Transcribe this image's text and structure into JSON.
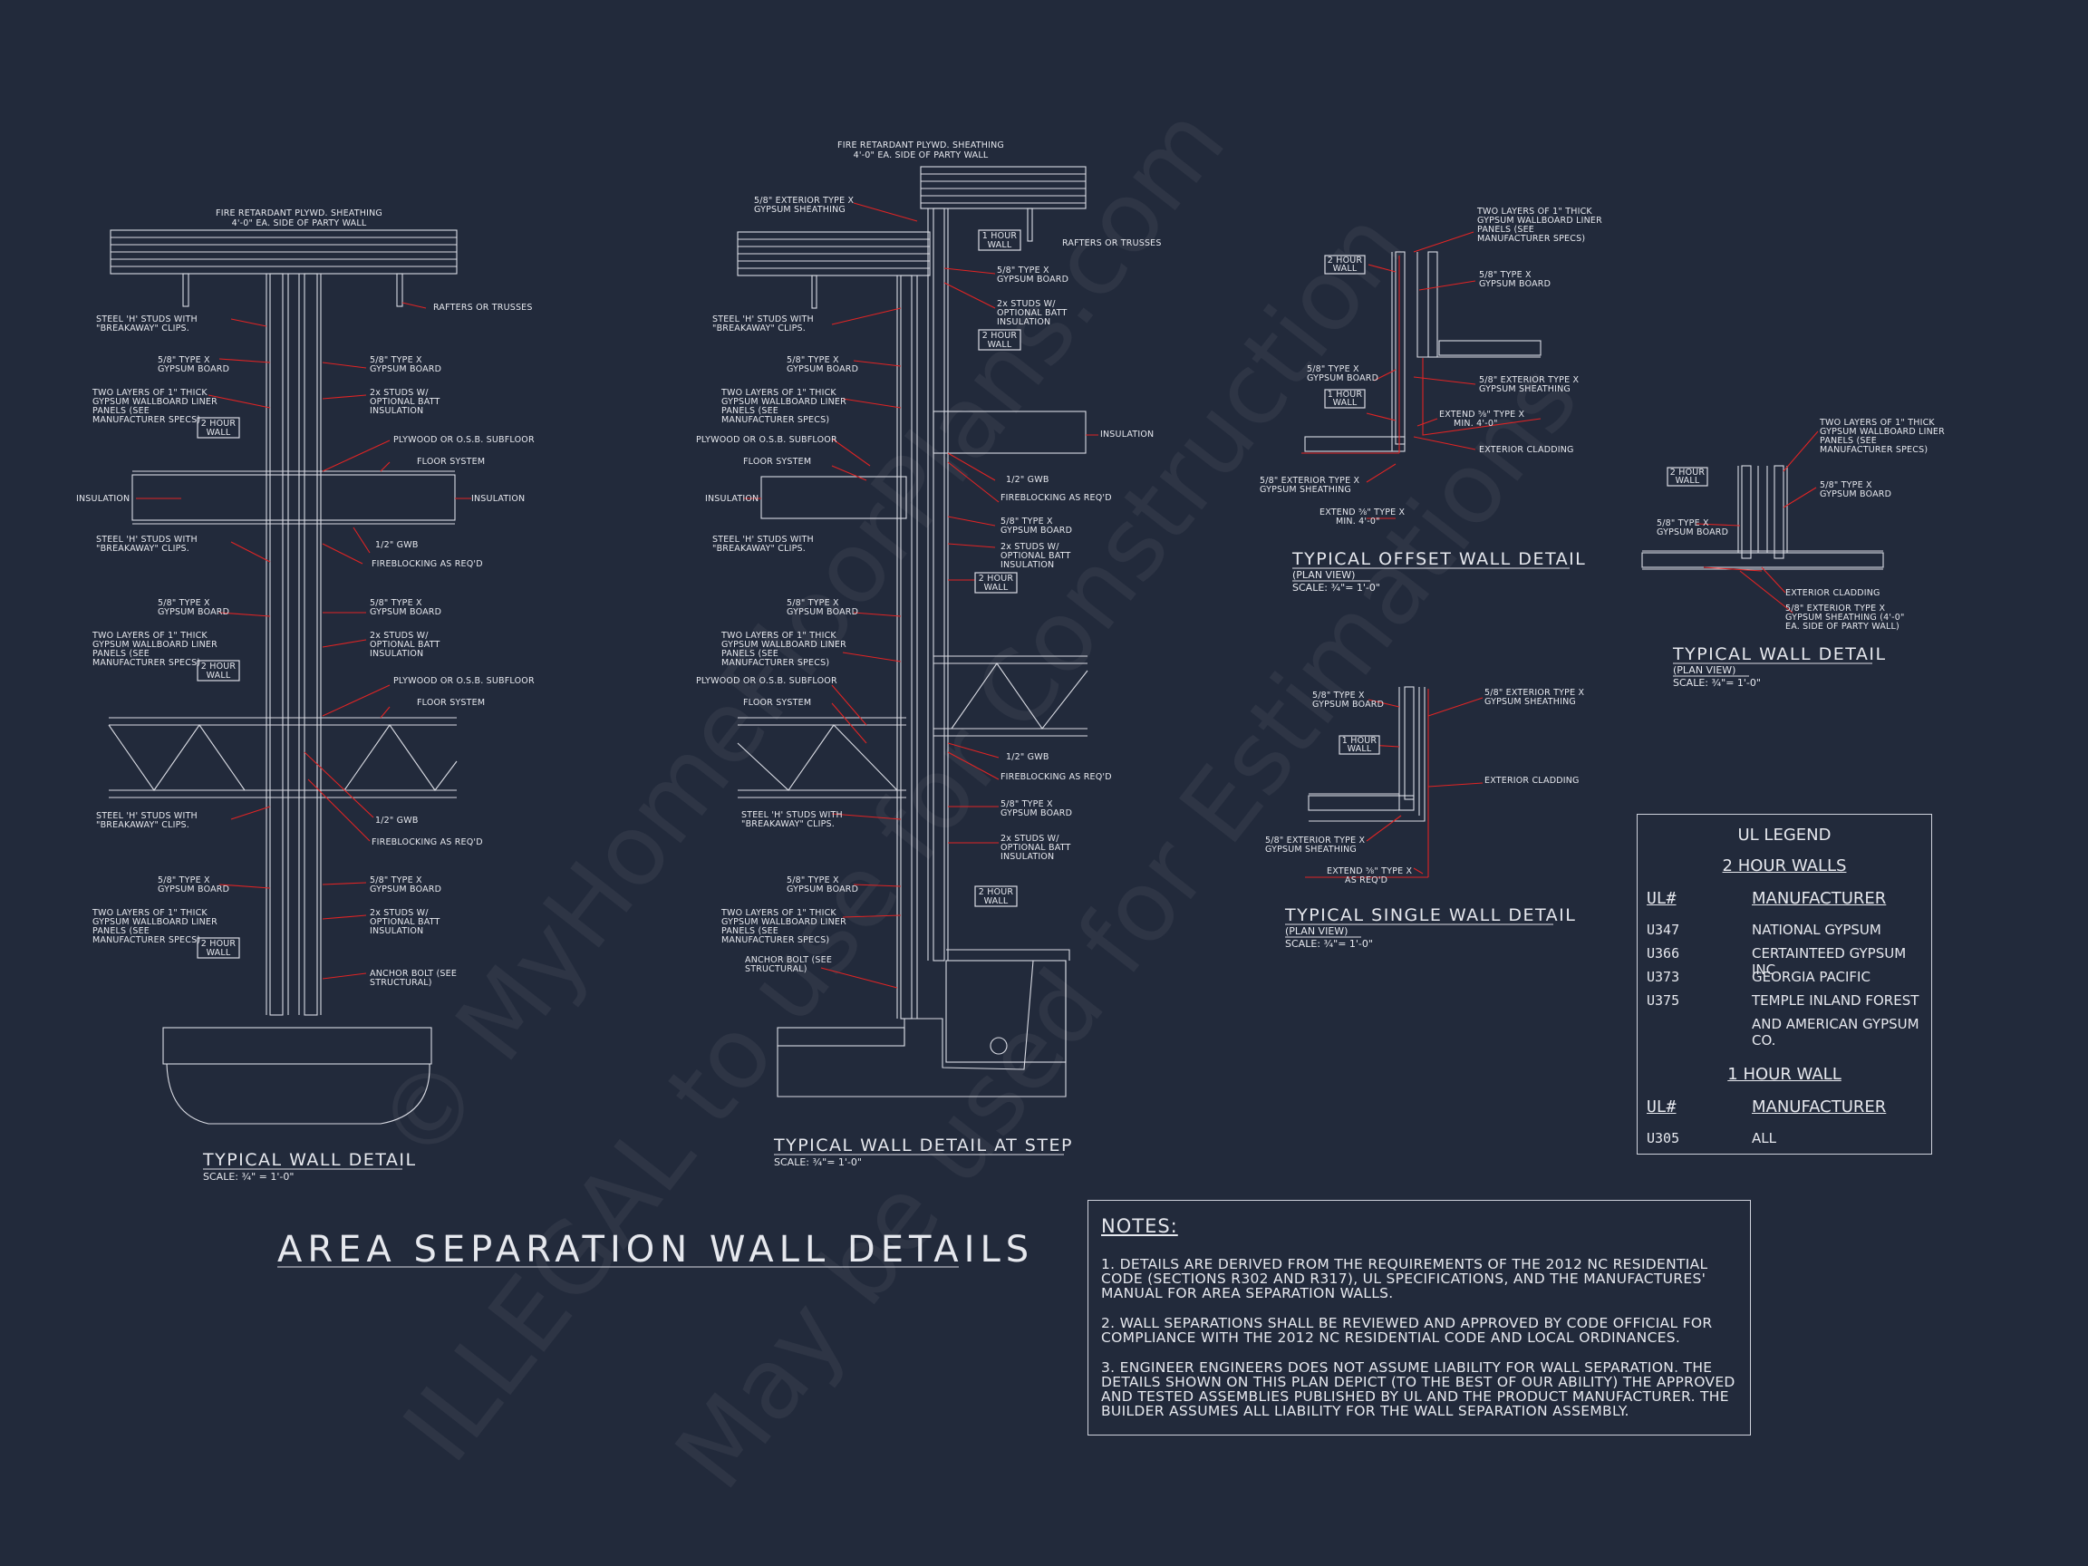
{
  "sheet": {
    "main_title": "AREA SEPARATION WALL DETAILS",
    "watermark": [
      "© MyHomeFloorPlans.com",
      "ILLEGAL to use for Construction",
      "May be used for Estimations"
    ]
  },
  "detail_typical": {
    "title": "TYPICAL WALL DETAIL",
    "scale": "SCALE: ¾\" = 1'-0\"",
    "labels": {
      "sheathing": "FIRE RETARDANT PLYWD. SHEATHING",
      "sheathing2": "4'-0\" EA. SIDE OF PARTY WALL",
      "rafters": "RAFTERS OR TRUSSES",
      "steel_studs_1": "STEEL 'H' STUDS WITH",
      "steel_studs_2": "\"BREAKAWAY\" CLIPS.",
      "gyp_1": "5/8\" TYPE X",
      "gyp_2": "GYPSUM BOARD",
      "liner_1": "TWO LAYERS OF 1\" THICK",
      "liner_2": "GYPSUM WALLBOARD LINER",
      "liner_3": "PANELS (SEE",
      "liner_4": "MANUFACTURER SPECS)",
      "studs_1": "2x STUDS  W/",
      "studs_2": "OPTIONAL BATT",
      "studs_3": "INSULATION",
      "two_hour_1": "2 HOUR",
      "two_hour_2": "WALL",
      "subfloor": "PLYWOOD OR O.S.B. SUBFLOOR",
      "floor_system": "FLOOR SYSTEM",
      "insulation": "INSULATION",
      "gwb": "1/2\" GWB",
      "fireblocking": "FIREBLOCKING AS REQ'D",
      "anchor_1": "ANCHOR BOLT (SEE",
      "anchor_2": "STRUCTURAL)"
    }
  },
  "detail_step": {
    "title": "TYPICAL WALL DETAIL AT STEP",
    "scale": "SCALE: ¾\"= 1'-0\"",
    "one_hour_1": "1 HOUR",
    "one_hour_2": "WALL",
    "ext_sheathing_1": "5/8\" EXTERIOR TYPE X",
    "ext_sheathing_2": "GYPSUM SHEATHING"
  },
  "detail_offset": {
    "title": "TYPICAL OFFSET WALL DETAIL",
    "subtitle": "(PLAN VIEW)",
    "scale": "SCALE: ¾\"= 1'-0\"",
    "extend_1": "EXTEND ⅝\" TYPE X",
    "extend_2": "MIN. 4'-0\"",
    "cladding": "EXTERIOR CLADDING"
  },
  "detail_plan": {
    "title": "TYPICAL WALL DETAIL",
    "subtitle": "(PLAN VIEW)",
    "scale": "SCALE: ¾\"= 1'-0\"",
    "cladding": "EXTERIOR CLADDING",
    "ext_1": "5/8\" EXTERIOR TYPE X",
    "ext_2": "GYPSUM SHEATHING (4'-0\"",
    "ext_3": "EA. SIDE OF PARTY WALL)"
  },
  "detail_single": {
    "title": "TYPICAL SINGLE WALL DETAIL",
    "subtitle": "(PLAN VIEW)",
    "scale": "SCALE: ¾\"= 1'-0\"",
    "extend_1": "EXTEND ⅝\" TYPE X",
    "extend_2": "AS REQ'D"
  },
  "legend": {
    "title": "UL LEGEND",
    "two_hour_heading": "2 HOUR WALLS",
    "col_ul": "UL#",
    "col_mfr": "MANUFACTURER",
    "two_hour_rows": [
      {
        "ul": "U347",
        "mfr": "NATIONAL GYPSUM"
      },
      {
        "ul": "U366",
        "mfr": "CERTAINTEED GYPSUM INC"
      },
      {
        "ul": "U373",
        "mfr": "GEORGIA PACIFIC"
      },
      {
        "ul": "U375",
        "mfr": "TEMPLE INLAND FOREST"
      },
      {
        "ul": "",
        "mfr": "AND AMERICAN GYPSUM CO."
      }
    ],
    "one_hour_heading": "1 HOUR WALL",
    "one_hour_rows": [
      {
        "ul": "U305",
        "mfr": "ALL"
      }
    ]
  },
  "notes": {
    "title": "NOTES:",
    "items": [
      "1. Details are derived from the requirements of the 2012 NC Residential code (sections R302 and R317), UL specifications, and the manufactures' manual for area separation walls.",
      "2. Wall separations shall be reviewed and approved by code official for compliance with the 2012 NC residential code and local ordinances.",
      "3. Engineer engineers does not assume liability for wall separation. The details shown on this plan depict (to the best of our ability) the approved and tested assemblies published by UL and the product manufacturer. The builder assumes all liability for the wall separation assembly."
    ]
  }
}
